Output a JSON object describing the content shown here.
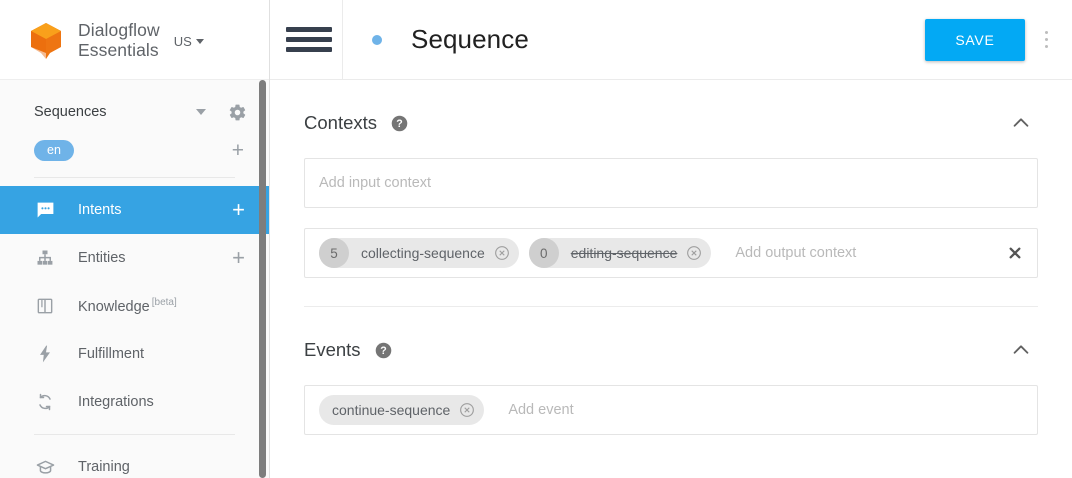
{
  "brand": {
    "name_line1": "Dialogflow",
    "name_line2": "Essentials",
    "region": "US",
    "logo_color": "#ef7510",
    "logo_top_color": "#f9a21b"
  },
  "sidebar": {
    "agent_name": "Sequences",
    "language_chip": "en",
    "nav_items": [
      {
        "label": "Intents",
        "icon": "intents-icon",
        "plus": "+",
        "active": true
      },
      {
        "label": "Entities",
        "icon": "entities-icon",
        "plus": "+",
        "active": false
      },
      {
        "label": "Knowledge",
        "badge": "[beta]",
        "icon": "knowledge-icon",
        "active": false
      },
      {
        "label": "Fulfillment",
        "icon": "fulfillment-icon",
        "active": false
      },
      {
        "label": "Integrations",
        "icon": "integrations-icon",
        "active": false
      },
      {
        "label": "Training",
        "icon": "training-icon",
        "active": false
      }
    ]
  },
  "topbar": {
    "title": "Sequence",
    "status_dot_color": "#6fb3e8",
    "save_label": "SAVE",
    "save_color": "#03a9f4"
  },
  "contexts": {
    "title": "Contexts",
    "input_placeholder": "Add input context",
    "output_placeholder": "Add output context",
    "output_chips": [
      {
        "lifespan": "5",
        "name": "collecting-sequence",
        "struck": false
      },
      {
        "lifespan": "0",
        "name": "editing-sequence",
        "struck": true
      }
    ]
  },
  "events": {
    "title": "Events",
    "placeholder": "Add event",
    "chips": [
      {
        "name": "continue-sequence"
      }
    ]
  }
}
